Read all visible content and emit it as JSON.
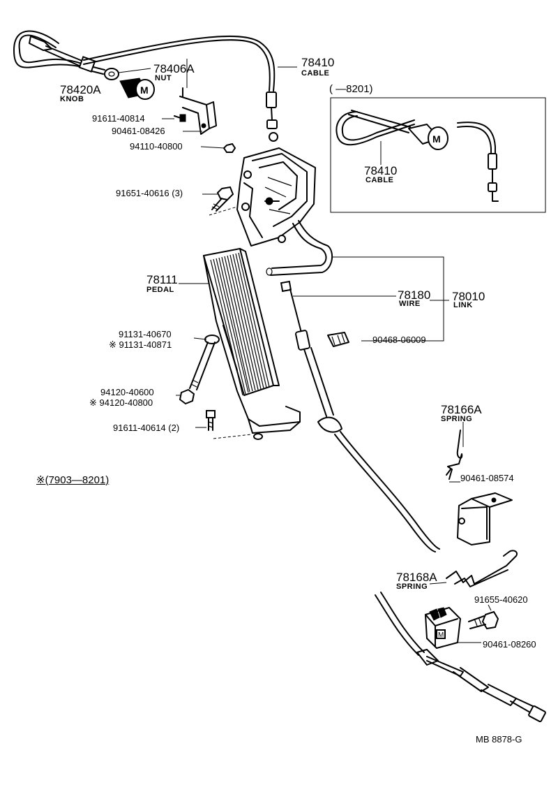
{
  "labels": {
    "p78406a": "78406A",
    "nut": "NUT",
    "p78410": "78410",
    "cable": "CABLE",
    "p78420a": "78420A",
    "knob": "KNOB",
    "p91611_40814": "91611-40814",
    "p90461_08426": "90461-08426",
    "p94110_40800": "94110-40800",
    "inset_range": "(      —8201)",
    "inset_p78410": "78410",
    "inset_cable": "CABLE",
    "p91651_40616": "91651-40616 (3)",
    "p78111": "78111",
    "pedal": "PEDAL",
    "p78180": "78180",
    "wire": "WIRE",
    "p78010": "78010",
    "link": "LINK",
    "p91131_40670": "91131-40670",
    "p91131_40871": "※ 91131-40871",
    "p90468_06009": "90468-06009",
    "p94120_40600": "94120-40600",
    "p94120_40800": "※ 94120-40800",
    "p91611_40614": "91611-40614 (2)",
    "p78166a": "78166A",
    "spring1": "SPRING",
    "p90461_08574": "90461-08574",
    "note_range": "※(7903—8201)",
    "p78168a": "78168A",
    "spring2": "SPRING",
    "p91655_40620": "91655-40620",
    "p90461_08260": "90461-08260",
    "code": "MB  8878-G"
  }
}
